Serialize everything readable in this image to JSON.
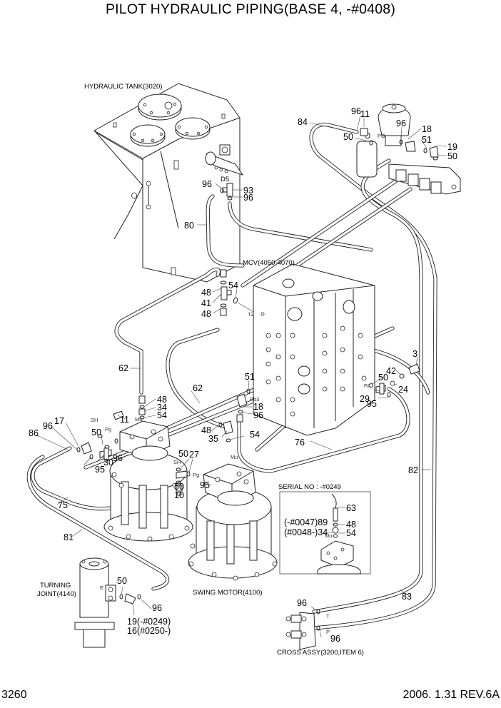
{
  "header": {
    "title": "PILOT HYDRAULIC PIPING(BASE 4, -#0408)"
  },
  "footer": {
    "page_number": "3260",
    "revision": "2006. 1.31 REV.6A"
  },
  "components": {
    "hydraulic_tank": "HYDRAULIC TANK(3020)",
    "mcv": "MCV(4050-4070)",
    "swing_motor": "SWING MOTOR(4100)",
    "turning_joint_line1": "TURNING",
    "turning_joint_line2": "JOINT(4140)",
    "cross_assy": "CROSS ASSY(3200,ITEM 6)"
  },
  "inset": {
    "title": "SERIAL NO : -#0249",
    "labels": [
      "63",
      "(-#0047)89",
      "48",
      "(#0048-)34",
      "54"
    ],
    "port": "Mu"
  },
  "port_labels": {
    "d5": "D5",
    "pg_top": "PG",
    "t2": "T2",
    "pb3": "Pb3",
    "pa": "PA",
    "sh_left": "SH",
    "pg_left": "Pg",
    "mu_left": "Mu",
    "sh_right": "SH",
    "pg_right": "Pg",
    "mu_right": "Mu",
    "e": "E",
    "t": "T",
    "p": "P"
  },
  "callouts": {
    "tank_96a": "96",
    "tank_93": "93",
    "tank_96b": "96",
    "tank_80": "80",
    "top_84": "84",
    "top_96a": "96",
    "top_11": "11",
    "top_50a": "50",
    "top_96b": "96",
    "top_18": "18",
    "top_51": "51",
    "top_19": "19",
    "top_50b": "50",
    "mcv_54": "54",
    "mcv_48a": "48",
    "mcv_41": "41",
    "mcv_48b": "48",
    "right_3": "3",
    "right_42": "42",
    "right_50": "50",
    "right_24": "24",
    "right_29": "29",
    "right_95": "95",
    "mid_51": "51",
    "mid_18": "18",
    "mid_96": "96",
    "mid_62": "62",
    "mid_48": "48",
    "mid_35": "35",
    "mid_54": "54",
    "left_62": "62",
    "left_48": "48",
    "left_34": "34",
    "left_54": "54",
    "left_11": "11",
    "left_17": "17",
    "left_96": "96",
    "left_86": "86",
    "left_50": "50",
    "left_30": "30",
    "left_95": "95",
    "left_96b": "96",
    "sm_50a": "50",
    "sm_27": "27",
    "sm_50b": "50",
    "sm_10": "10",
    "sm_95": "95",
    "hose_76": "76",
    "hose_82": "82",
    "hose_75": "75",
    "hose_81": "81",
    "hose_83": "83",
    "tj_50": "50",
    "tj_96": "96",
    "tj_19": "19(-#0249)",
    "tj_16": "16(#0250-)",
    "cross_96a": "96",
    "cross_96b": "96"
  }
}
